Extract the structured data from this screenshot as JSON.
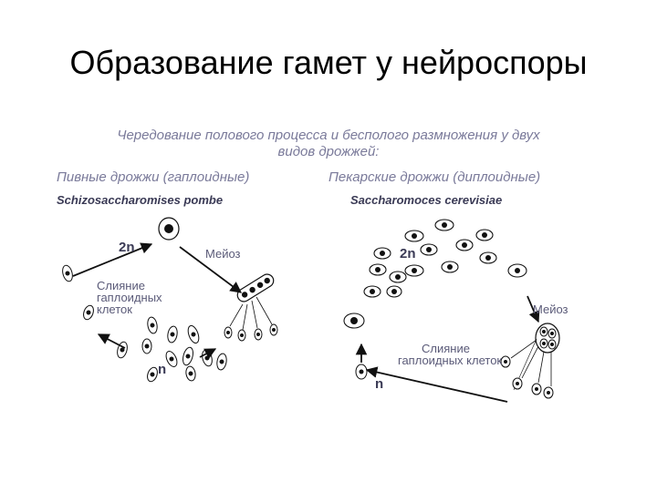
{
  "slide": {
    "title": "Образование гамет у нейроспоры"
  },
  "diagram": {
    "title_line1": "Чередование полового процесса и бесполого размножения у двух",
    "title_line2": "видов дрожжей:",
    "left": {
      "heading": "Пивные дрожжи (гаплоидные)",
      "species": "Schizosaccharomises pombe",
      "label_2n": "2n",
      "label_n": "n",
      "meiosis": "Мейоз",
      "fusion_line1": "Слияние",
      "fusion_line2": "гаплоидных",
      "fusion_line3": "клеток"
    },
    "right": {
      "heading": "Пекарские дрожжи (диплоидные)",
      "species": "Saccharomoces cerevisiae",
      "label_2n": "2n",
      "label_n": "n",
      "meiosis": "Мейоз",
      "fusion_line1": "Слияние",
      "fusion_line2": "гаплоидных клеток"
    }
  }
}
